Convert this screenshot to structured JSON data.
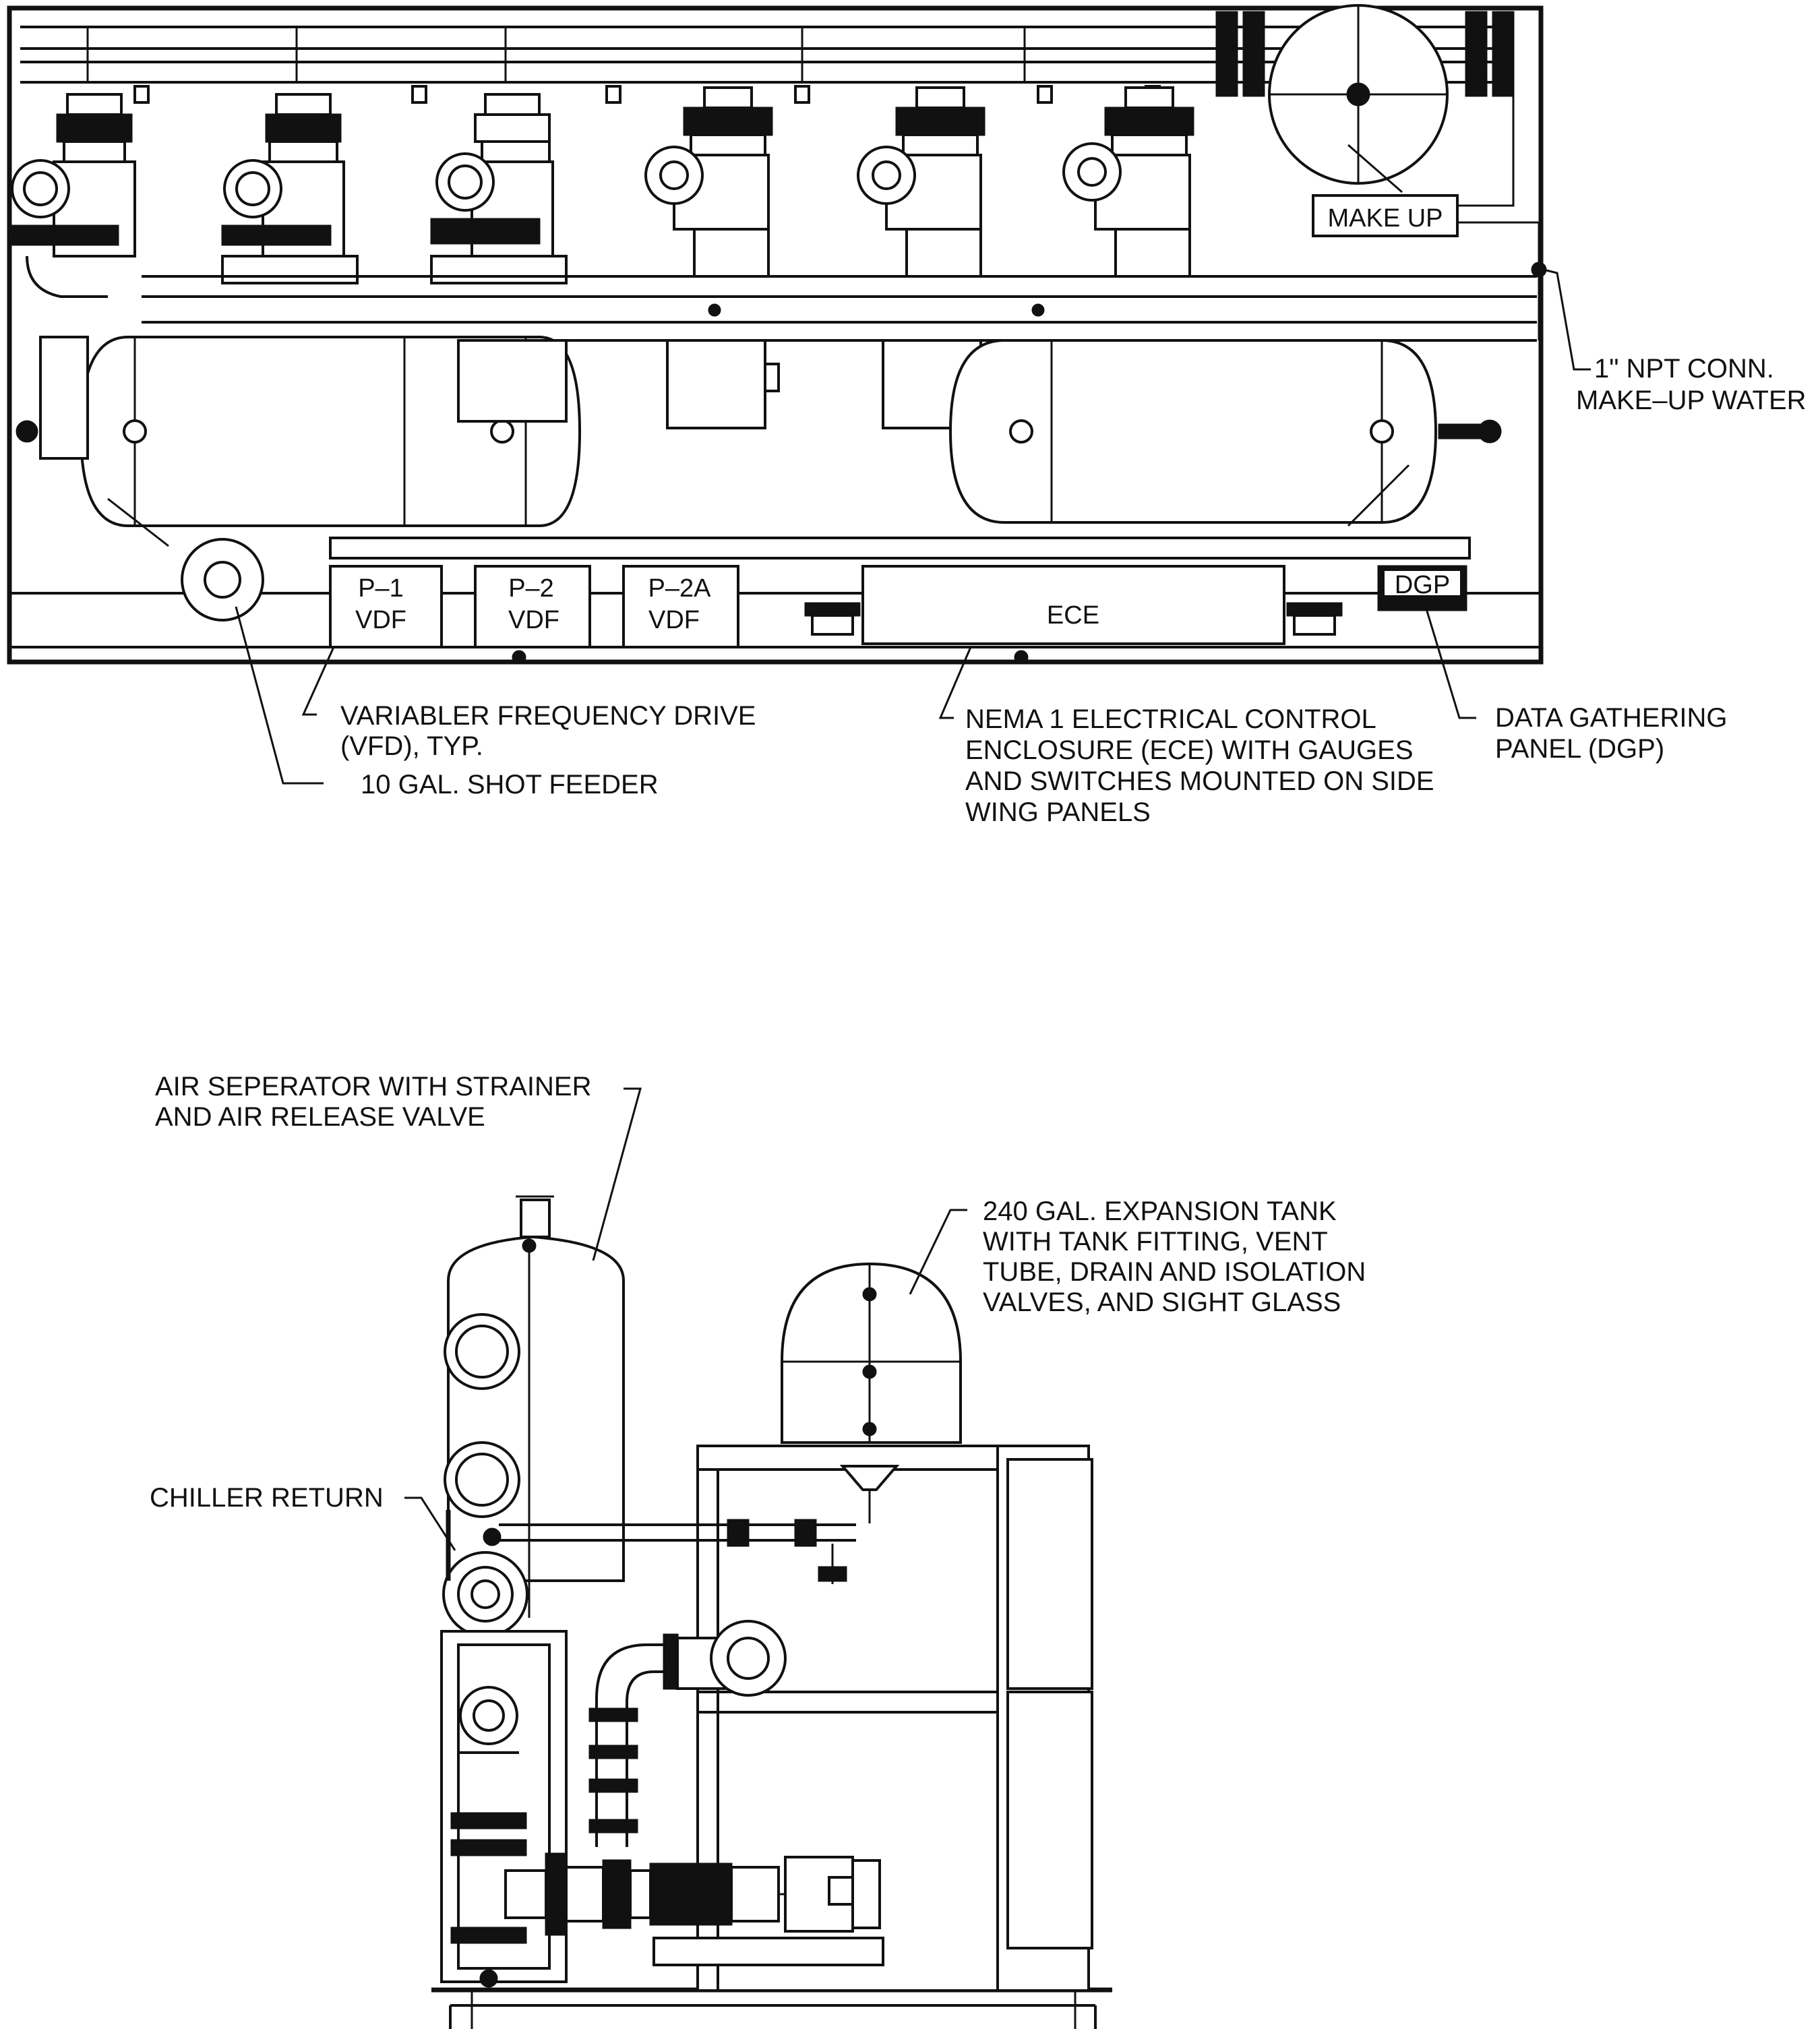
{
  "plan_view": {
    "make_up_label": "MAKE UP",
    "npt_line1": "1\" NPT CONN.",
    "npt_line2": "MAKE–UP WATER",
    "vfd_boxes": [
      {
        "line1": "P–1",
        "line2": "VDF"
      },
      {
        "line1": "P–2",
        "line2": "VDF"
      },
      {
        "line1": "P–2A",
        "line2": "VDF"
      }
    ],
    "ece_label": "ECE",
    "dgp_label": "DGP",
    "vfd_callout_line1": "VARIABLER FREQUENCY DRIVE",
    "vfd_callout_line2": "(VFD), TYP.",
    "shot_feeder_callout": "10 GAL. SHOT FEEDER",
    "nema_callout_lines": [
      "NEMA 1 ELECTRICAL CONTROL",
      "ENCLOSURE (ECE) WITH GAUGES",
      "AND SWITCHES MOUNTED ON SIDE",
      "WING PANELS"
    ],
    "dgp_callout_lines": [
      "DATA GATHERING",
      "PANEL (DGP)"
    ]
  },
  "elevation_view": {
    "air_separator_lines": [
      "AIR SEPERATOR WITH STRAINER",
      "AND AIR RELEASE VALVE"
    ],
    "expansion_tank_lines": [
      "240 GAL. EXPANSION TANK",
      "WITH TANK FITTING, VENT",
      "TUBE, DRAIN AND ISOLATION",
      "VALVES, AND SIGHT GLASS"
    ],
    "chiller_return_label": "CHILLER RETURN"
  }
}
